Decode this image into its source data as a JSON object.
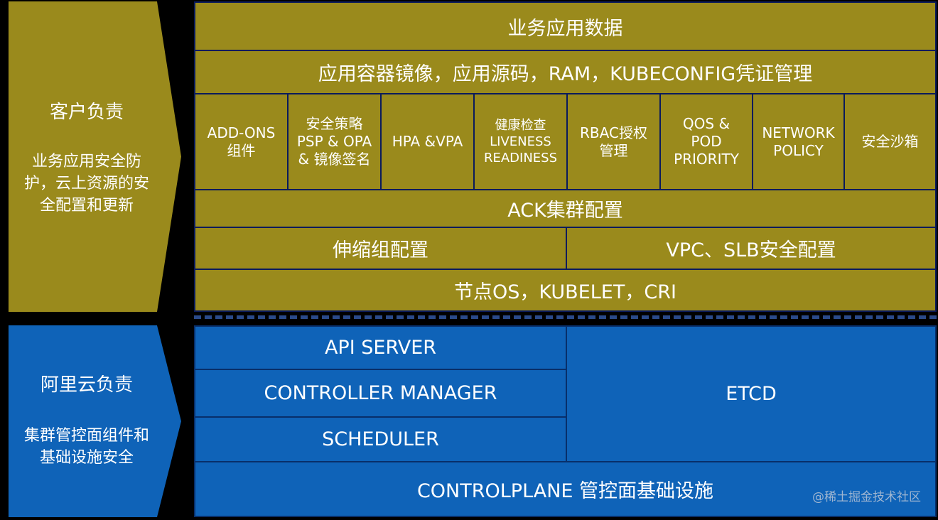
{
  "customer": {
    "title": "客户负责",
    "description": "业务应用安全防\n护，云上资源的安\n全配置和更新"
  },
  "aliyun": {
    "title": "阿里云负责",
    "description": "集群管控面组件和\n基础设施安全"
  },
  "customer_layers": {
    "business_data": "业务应用数据",
    "image_code": "应用容器镜像，应用源码，RAM，KUBECONFIG凭证管理",
    "components": [
      "ADD-ONS\n组件",
      "安全策略\nPSP & OPA\n& 镜像签名",
      "HPA &VPA",
      "健康检查\nLIVENESS\nREADINESS",
      "RBAC授权\n管理",
      "QOS &\nPOD\nPRIORITY",
      "NETWORK\nPOLICY",
      "安全沙箱"
    ],
    "ack_config": "ACK集群配置",
    "scaling_group": "伸缩组配置",
    "vpc_slb": "VPC、SLB安全配置",
    "node_os": "节点OS，KUBELET，CRI"
  },
  "aliyun_layers": {
    "api_server": "API SERVER",
    "controller_manager": "CONTROLLER MANAGER",
    "scheduler": "SCHEDULER",
    "etcd": "ETCD",
    "controlplane": "CONTROLPLANE 管控面基础设施"
  },
  "watermark": "@稀土掘金技术社区",
  "colors": {
    "gold": "#9a8a1c",
    "blue": "#0f63b8",
    "background": "#000000"
  }
}
